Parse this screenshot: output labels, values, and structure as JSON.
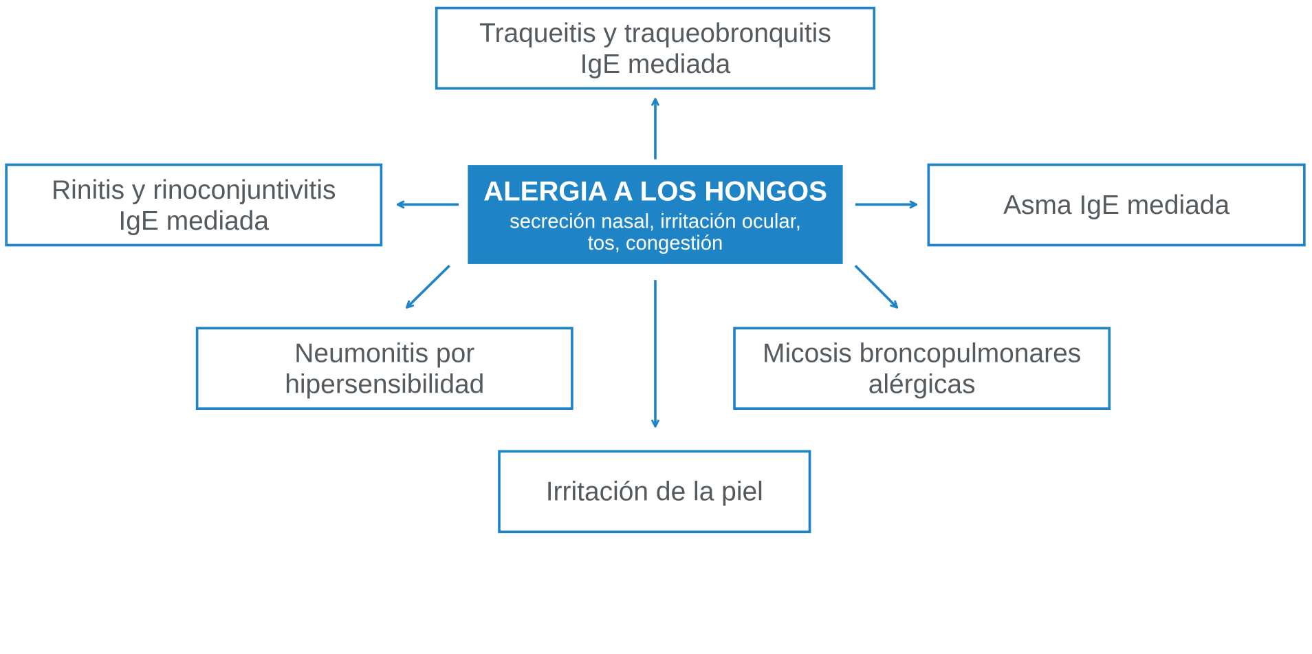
{
  "diagram": {
    "accent_color": "#1e84c6",
    "text_color": "#555a5f",
    "center": {
      "title": "ALERGIA A LOS HONGOS",
      "subtitle_lines": [
        "secreción nasal, irritación ocular,",
        "tos, congestión"
      ]
    },
    "nodes": {
      "top": [
        "Traqueitis y traqueobronquitis",
        "IgE mediada"
      ],
      "left": [
        "Rinitis y rinoconjuntivitis",
        "IgE mediada"
      ],
      "right": [
        "Asma IgE mediada"
      ],
      "bottom_left": [
        "Neumonitis por",
        "hipersensibilidad"
      ],
      "bottom_right": [
        "Micosis broncopulmonares",
        "alérgicas"
      ],
      "bottom": [
        "Irritación de la piel"
      ]
    }
  }
}
